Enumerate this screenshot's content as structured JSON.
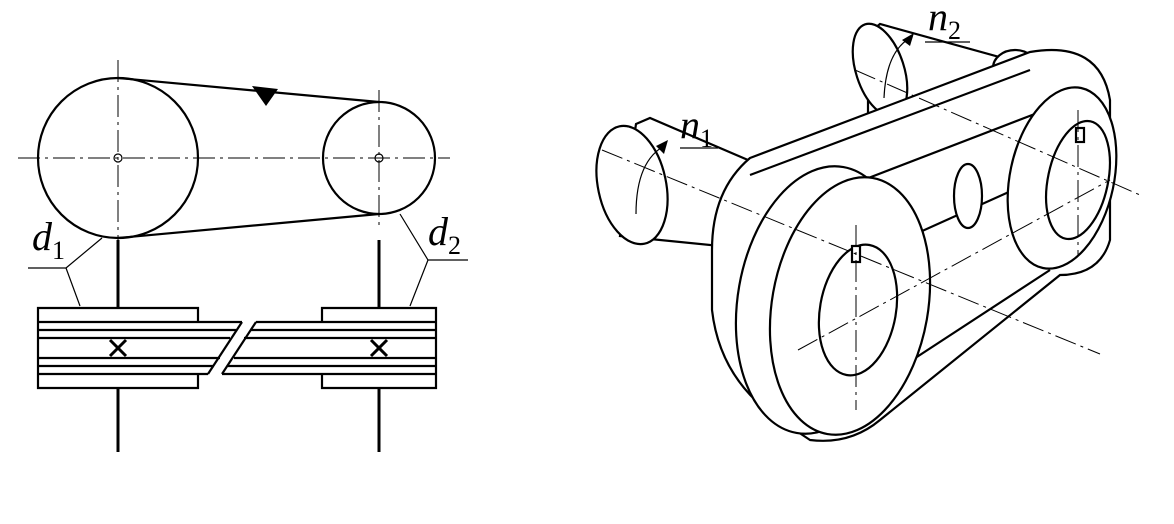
{
  "labels": {
    "d1": {
      "main": "d",
      "sub": "1"
    },
    "d2": {
      "main": "d",
      "sub": "2"
    },
    "n1": {
      "main": "n",
      "sub": "1"
    },
    "n2": {
      "main": "n",
      "sub": "2"
    }
  }
}
